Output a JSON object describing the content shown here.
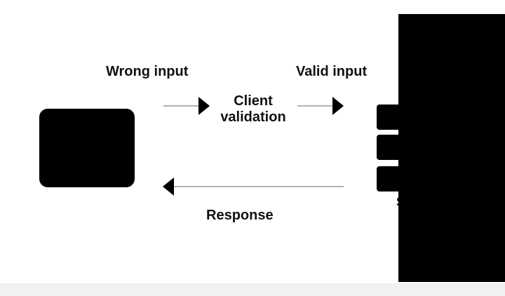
{
  "diagram": {
    "labels": {
      "wrong_input": "Wrong input",
      "valid_input": "Valid input",
      "client_validation_line1": "Client",
      "client_validation_line2": "validation",
      "response": "Response",
      "server_fragment": "S"
    },
    "colors": {
      "background": "#ffffff",
      "shape_fill": "#000000",
      "arrow_line": "#999999",
      "arrow_head": "#000000",
      "text": "#111111"
    }
  }
}
